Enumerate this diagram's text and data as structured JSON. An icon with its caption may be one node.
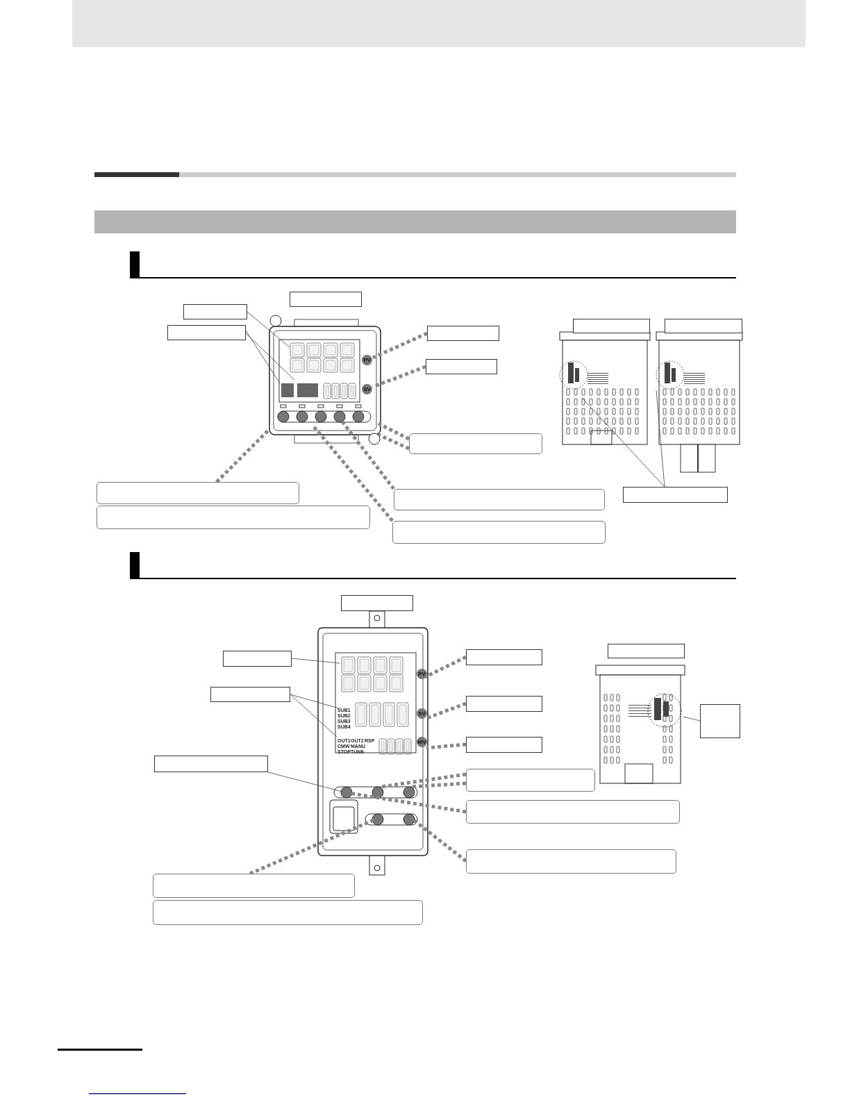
{
  "diagram": {
    "nodes": [
      {
        "text": [],
        "shape": "box"
      },
      {
        "text": [],
        "shape": "box"
      },
      {
        "text": [],
        "shape": "box"
      },
      {
        "text": [],
        "shape": "box"
      },
      {
        "text": [],
        "shape": "box"
      },
      {
        "text": [],
        "shape": "box"
      },
      {
        "text": [],
        "shape": "box"
      },
      {
        "text": [],
        "shape": "box"
      },
      {
        "text": [],
        "shape": "box"
      },
      {
        "text": [],
        "shape": "box"
      },
      {
        "text": [],
        "shape": "box"
      },
      {
        "text": [],
        "shape": "box"
      },
      {
        "text": [],
        "shape": "box"
      },
      {
        "text": [],
        "shape": "box"
      },
      {
        "text": [],
        "shape": "box"
      },
      {
        "text": [],
        "shape": "box"
      },
      {
        "text": [],
        "shape": "box"
      },
      {
        "text": [],
        "shape": "box"
      },
      {
        "text": [],
        "shape": "box"
      },
      {
        "text": [],
        "shape": "box"
      },
      {
        "text": [],
        "shape": "box"
      },
      {
        "text": [],
        "shape": "box"
      },
      {
        "text": [],
        "shape": "box"
      },
      {
        "text": [],
        "shape": "box"
      },
      {
        "text": [],
        "shape": "box"
      },
      {
        "text": [],
        "shape": "box"
      },
      {
        "text": [],
        "shape": "box"
      },
      {
        "text": [],
        "shape": "picture"
      },
      {
        "text": [],
        "shape": "picture"
      },
      {
        "text": [],
        "shape": "picture"
      },
      {
        "text": [],
        "shape": "picture"
      },
      {
        "text": [],
        "shape": "picture"
      },
      {
        "text": [],
        "shape": "bar"
      }
    ],
    "edges": [
      {
        "from": 1,
        "to": 27,
        "arrow": "none"
      },
      {
        "from": 2,
        "to": 27,
        "arrow": "none"
      },
      {
        "from": 2,
        "to": 27,
        "arrow": "none"
      },
      {
        "from": 3,
        "to": 27,
        "arrow": "none",
        "style": "dashed"
      },
      {
        "from": 4,
        "to": 27,
        "arrow": "none",
        "style": "dashed"
      },
      {
        "from": 5,
        "to": 27,
        "arrow": "none",
        "style": "dashed"
      },
      {
        "from": 5,
        "to": 27,
        "arrow": "none",
        "style": "dashed"
      },
      {
        "from": 6,
        "to": 27,
        "arrow": "none",
        "style": "dashed"
      },
      {
        "from": 8,
        "to": 27,
        "arrow": "none",
        "style": "dashed"
      },
      {
        "from": 9,
        "to": 27,
        "arrow": "none",
        "style": "dashed"
      },
      {
        "from": 12,
        "to": 28,
        "arrow": "none"
      },
      {
        "from": 12,
        "to": 29,
        "arrow": "none"
      },
      {
        "from": 14,
        "to": 30,
        "arrow": "none"
      },
      {
        "from": 15,
        "to": 30,
        "arrow": "none"
      },
      {
        "from": 15,
        "to": 30,
        "arrow": "none"
      },
      {
        "from": 16,
        "to": 30,
        "arrow": "none",
        "style": "dashed"
      },
      {
        "from": 17,
        "to": 30,
        "arrow": "none",
        "style": "dashed"
      },
      {
        "from": 18,
        "to": 30,
        "arrow": "none",
        "style": "dashed"
      },
      {
        "from": 19,
        "to": 30,
        "arrow": "none"
      },
      {
        "from": 20,
        "to": 30,
        "arrow": "none",
        "style": "dashed"
      },
      {
        "from": 20,
        "to": 30,
        "arrow": "none",
        "style": "dashed"
      },
      {
        "from": 21,
        "to": 30,
        "arrow": "none",
        "style": "dashed"
      },
      {
        "from": 22,
        "to": 30,
        "arrow": "none",
        "style": "dashed"
      },
      {
        "from": 23,
        "to": 30,
        "arrow": "none",
        "style": "dashed"
      },
      {
        "from": 26,
        "to": 31,
        "arrow": "none"
      }
    ],
    "labels": [
      "PV",
      "SV",
      "PV",
      "SUB1",
      "SUB2",
      "SUB3",
      "SUB4",
      "SV",
      "OUT1",
      "OUT2",
      "RSP",
      "MV",
      "CMW",
      "MANU",
      "STOP",
      "TUNE"
    ]
  }
}
